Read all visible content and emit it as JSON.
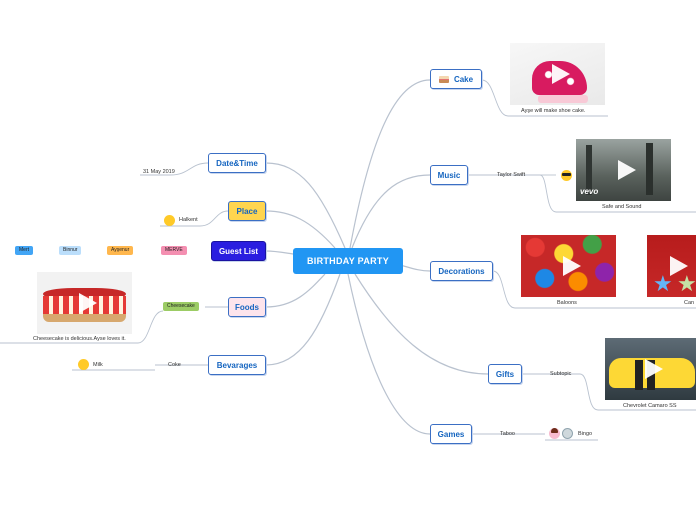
{
  "center": {
    "title": "BIRTHDAY PARTY"
  },
  "branches": {
    "cake": {
      "label": "Cake",
      "caption": "Ayşe will make shoe cake."
    },
    "music": {
      "label": "Music",
      "sub": "Taylor Swift",
      "video_caption": "Safe and Sound",
      "brand": "vevo"
    },
    "decorations": {
      "label": "Decorations",
      "cap1": "Baloons",
      "cap2": "Can"
    },
    "gifts": {
      "label": "Gifts",
      "sub": "Subtopic",
      "caption": "Chevrolet Camaro SS"
    },
    "games": {
      "label": "Games",
      "sub1": "Taboo",
      "sub2": "Bingo"
    },
    "datetime": {
      "label": "Date&Time",
      "sub": "31 May 2019"
    },
    "place": {
      "label": "Place",
      "sub": "Halkent"
    },
    "guests": {
      "label": "Guest List",
      "names": [
        "Mert",
        "Binnur",
        "Ayşenur",
        "MERVE"
      ]
    },
    "foods": {
      "label": "Foods",
      "sub": "Cheesecake",
      "caption": "Cheesecake is delicious.Ayse loves it."
    },
    "beverages": {
      "label": "Bevarages",
      "sub1": "Coke",
      "sub2": "Milk"
    }
  },
  "colors": {
    "center": "#2196f3",
    "place_fill": "#ffd54f",
    "guest_fill": "#2a1ee0",
    "foods_fill": "#fde4ec",
    "line": "#b5bfcc"
  }
}
